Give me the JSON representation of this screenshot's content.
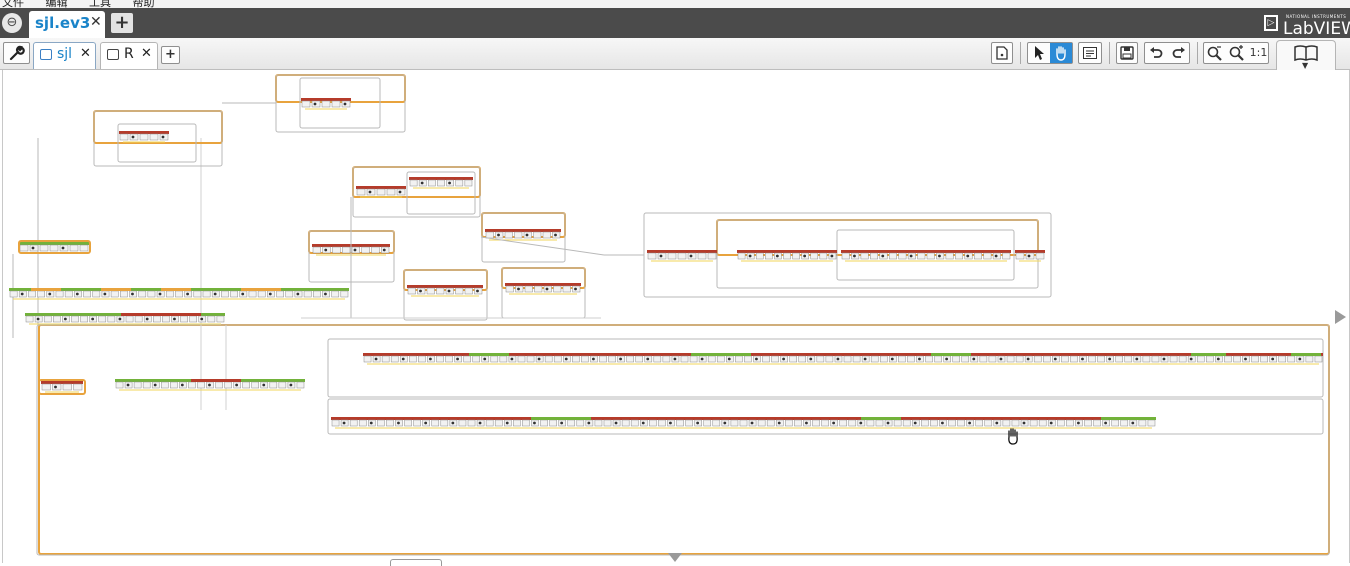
{
  "menu": {
    "items": [
      {
        "label": "文件"
      },
      {
        "label": "编辑"
      },
      {
        "label": "工具"
      },
      {
        "label": "帮助"
      }
    ]
  },
  "project": {
    "home_icon": "lobby-home-icon",
    "tab_label": "sjl.ev3",
    "close_glyph": "✕",
    "add_glyph": "+"
  },
  "brand": {
    "ni_text": "NATIONAL INSTRUMENTS",
    "product": "LabVIEW"
  },
  "program_tabs": {
    "properties_icon": "wrench-icon",
    "tabs": [
      {
        "label": "sjl",
        "active": true,
        "close_glyph": "✕"
      },
      {
        "label": "R",
        "active": false,
        "close_glyph": "✕"
      }
    ],
    "add_glyph": "+"
  },
  "toolbar": {
    "comment_icon": "comment-icon",
    "select_icon": "pointer-icon",
    "pan_icon": "hand-icon",
    "content_editor_icon": "content-editor-icon",
    "save_icon": "save-icon",
    "undo_icon": "undo-icon",
    "redo_icon": "redo-icon",
    "zoom_out_icon": "zoom-out-icon",
    "zoom_in_icon": "zoom-in-icon",
    "zoom_reset_label": "1:1",
    "help_icon": "book-icon",
    "active_tool": "pan"
  },
  "colors": {
    "loop": "#e8a33d",
    "action_red": "#b53b2a",
    "flow_green": "#72b23a",
    "wire_yellow": "#f0d65a",
    "selection_blue": "#2b8ad6"
  }
}
